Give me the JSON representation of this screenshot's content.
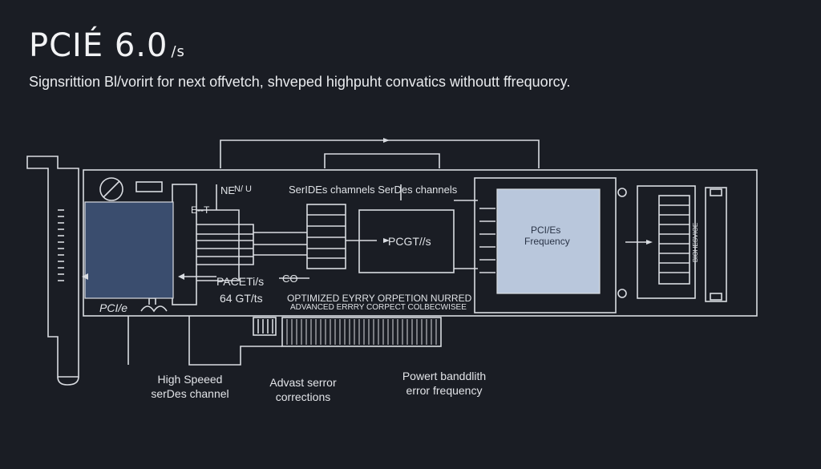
{
  "header": {
    "title": "PCIÉ 6.0",
    "title_suffix": "/s",
    "subtitle": "Signsrittion Bl/vorirt for next offvetch, shveped highpuht convatics withoutt ffrequorcy."
  },
  "card_labels": {
    "ne": "NE",
    "nu": "N/ U",
    "e_t": "E--T",
    "pcie": "PCI/e",
    "serdes": "SerIDEs chamnels SerDes channels",
    "pcgt": "PCGT//s",
    "pacet": "PACETi/s",
    "co": "CO",
    "gt": "64 GT/ts",
    "opt1": "OPTIMIZED EYRRY ORPETION NURRED",
    "opt2": "ADVANCED ERRRY CORPECT COLBECWISEE",
    "core_line1": "PCI/Es",
    "core_line2": "Frequency",
    "chip_right": "BIOHESVIOE"
  },
  "captions": {
    "c1_line1": "High Speeed",
    "c1_line2": "serDes channel",
    "c2_line1": "Advast serror",
    "c2_line2": "corrections",
    "c3_line1": "Powert banddlith",
    "c3_line2": "error frequency"
  },
  "colors": {
    "background": "#1a1d24",
    "line": "#d9dce1",
    "connector_block": "#3a4d6e",
    "core_block": "#b9c7dc"
  }
}
